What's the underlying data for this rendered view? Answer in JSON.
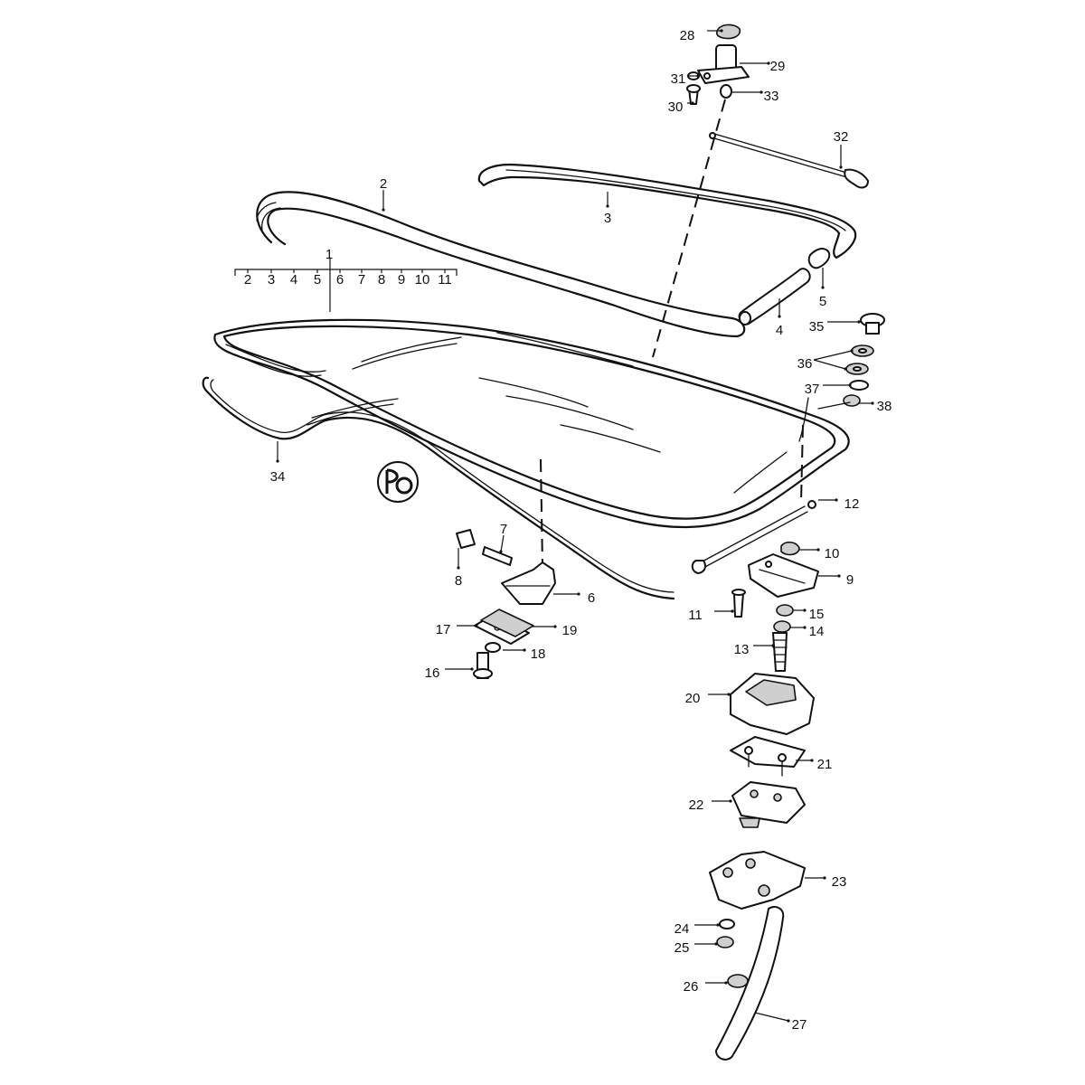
{
  "callouts": [
    {
      "id": "28",
      "text": "28"
    },
    {
      "id": "29",
      "text": "29"
    },
    {
      "id": "31",
      "text": "31"
    },
    {
      "id": "30",
      "text": "30"
    },
    {
      "id": "33",
      "text": "33"
    },
    {
      "id": "32",
      "text": "32"
    },
    {
      "id": "2",
      "text": "2"
    },
    {
      "id": "3",
      "text": "3"
    },
    {
      "id": "1",
      "text": "1"
    },
    {
      "id": "5",
      "text": "5"
    },
    {
      "id": "4",
      "text": "4"
    },
    {
      "id": "35",
      "text": "35"
    },
    {
      "id": "36",
      "text": "36"
    },
    {
      "id": "37",
      "text": "37"
    },
    {
      "id": "38",
      "text": "38"
    },
    {
      "id": "34",
      "text": "34"
    },
    {
      "id": "12",
      "text": "12"
    },
    {
      "id": "7",
      "text": "7"
    },
    {
      "id": "8",
      "text": "8"
    },
    {
      "id": "10",
      "text": "10"
    },
    {
      "id": "9",
      "text": "9"
    },
    {
      "id": "6",
      "text": "6"
    },
    {
      "id": "11",
      "text": "11"
    },
    {
      "id": "15",
      "text": "15"
    },
    {
      "id": "14",
      "text": "14"
    },
    {
      "id": "17",
      "text": "17"
    },
    {
      "id": "19",
      "text": "19"
    },
    {
      "id": "18",
      "text": "18"
    },
    {
      "id": "13",
      "text": "13"
    },
    {
      "id": "16",
      "text": "16"
    },
    {
      "id": "20",
      "text": "20"
    },
    {
      "id": "21",
      "text": "21"
    },
    {
      "id": "22",
      "text": "22"
    },
    {
      "id": "23",
      "text": "23"
    },
    {
      "id": "24",
      "text": "24"
    },
    {
      "id": "25",
      "text": "25"
    },
    {
      "id": "26",
      "text": "26"
    },
    {
      "id": "27",
      "text": "27"
    }
  ],
  "group_1": {
    "label": "1",
    "items": [
      "2",
      "3",
      "4",
      "5",
      "6",
      "7",
      "8",
      "9",
      "10",
      "11"
    ]
  }
}
